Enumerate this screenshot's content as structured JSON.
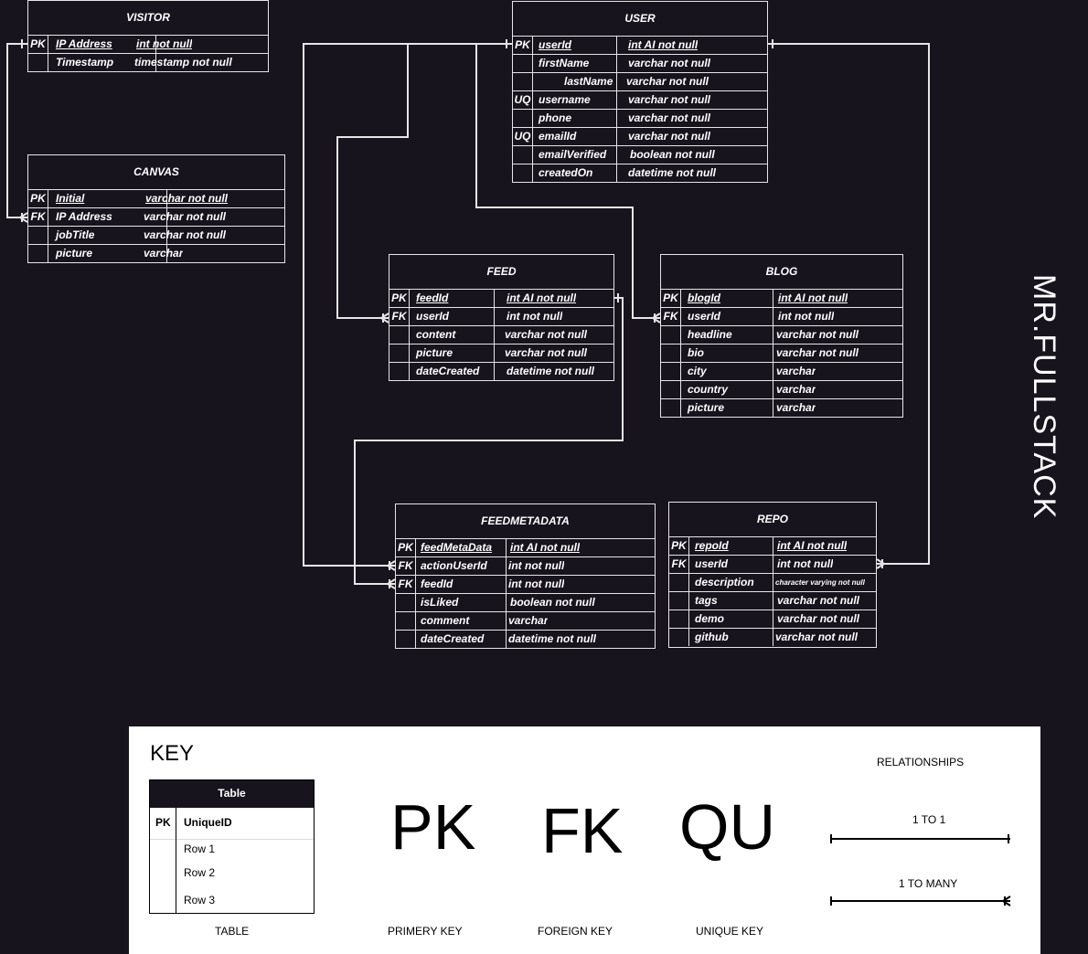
{
  "visitor": {
    "title": "VISITOR",
    "rows": [
      {
        "key": "PK",
        "name": "IP Address",
        "type": "int not null"
      },
      {
        "key": "",
        "name": "Timestamp",
        "type": "timestamp not null"
      }
    ]
  },
  "canvas": {
    "title": "CANVAS",
    "rows": [
      {
        "key": "PK",
        "name": "Initial",
        "type": "varchar not null"
      },
      {
        "key": "FK",
        "name": "IP Address",
        "type": "varchar not null"
      },
      {
        "key": "",
        "name": "jobTitle",
        "type": "varchar not null"
      },
      {
        "key": "",
        "name": "picture",
        "type": "varchar"
      }
    ]
  },
  "user": {
    "title": "USER",
    "rows": [
      {
        "key": "PK",
        "name": "userId",
        "type": "int AI not null"
      },
      {
        "key": "",
        "name": "firstName",
        "type": "varchar not null"
      },
      {
        "key": "",
        "name": "lastName",
        "type": "varchar not null"
      },
      {
        "key": "UQ",
        "name": "username",
        "type": "varchar not null"
      },
      {
        "key": "",
        "name": "phone",
        "type": "varchar not null"
      },
      {
        "key": "UQ",
        "name": "emailId",
        "type": "varchar not null"
      },
      {
        "key": "",
        "name": "emailVerified",
        "type": "boolean not null"
      },
      {
        "key": "",
        "name": "createdOn",
        "type": "datetime not null"
      }
    ]
  },
  "feed": {
    "title": "FEED",
    "rows": [
      {
        "key": "PK",
        "name": "feedId",
        "type": "int AI not null"
      },
      {
        "key": "FK",
        "name": "userId",
        "type": "int not null"
      },
      {
        "key": "",
        "name": "content",
        "type": "varchar not null"
      },
      {
        "key": "",
        "name": "picture",
        "type": "varchar not null"
      },
      {
        "key": "",
        "name": "dateCreated",
        "type": "datetime not null"
      }
    ]
  },
  "blog": {
    "title": "BLOG",
    "rows": [
      {
        "key": "PK",
        "name": "blogId",
        "type": "int AI not null"
      },
      {
        "key": "FK",
        "name": "userId",
        "type": "int not null"
      },
      {
        "key": "",
        "name": "headline",
        "type": "varchar not null"
      },
      {
        "key": "",
        "name": "bio",
        "type": "varchar not null"
      },
      {
        "key": "",
        "name": "city",
        "type": "varchar"
      },
      {
        "key": "",
        "name": "country",
        "type": "varchar"
      },
      {
        "key": "",
        "name": "picture",
        "type": "varchar"
      }
    ]
  },
  "feedmetadata": {
    "title": "FEEDMETADATA",
    "rows": [
      {
        "key": "PK",
        "name": "feedMetaData",
        "type": "int AI  not null"
      },
      {
        "key": "FK",
        "name": "actionUserId",
        "type": "int  not null"
      },
      {
        "key": "FK",
        "name": "feedId",
        "type": "int not null"
      },
      {
        "key": "",
        "name": "isLiked",
        "type": "boolean not null"
      },
      {
        "key": "",
        "name": "comment",
        "type": "varchar"
      },
      {
        "key": "",
        "name": "dateCreated",
        "type": "datetime not null"
      }
    ]
  },
  "repo": {
    "title": "REPO",
    "rows": [
      {
        "key": "PK",
        "name": "repoId",
        "type": "int AI not null"
      },
      {
        "key": "FK",
        "name": "userId",
        "type": "int not null"
      },
      {
        "key": "",
        "name": "description",
        "type": "character varying not null"
      },
      {
        "key": "",
        "name": "tags",
        "type": "varchar not null"
      },
      {
        "key": "",
        "name": "demo",
        "type": "varchar not null"
      },
      {
        "key": "",
        "name": "github",
        "type": "varchar not null"
      }
    ]
  },
  "watermark": "MR.FULLSTACK",
  "legend": {
    "title": "KEY",
    "table_header": "Table",
    "table_pk": "PK",
    "table_unique": "UniqueID",
    "table_rows": [
      "Row 1",
      "Row 2",
      "Row 3"
    ],
    "table_label": "TABLE",
    "pk_big": "PK",
    "fk_big": "FK",
    "uq_big": "QU",
    "pk_label": "PRIMERY KEY",
    "fk_label": "FOREIGN KEY",
    "uq_label": "UNIQUE KEY",
    "relationships_title": "RELATIONSHIPS",
    "one_to_one": "1 TO 1",
    "one_to_many": "1 TO MANY"
  }
}
